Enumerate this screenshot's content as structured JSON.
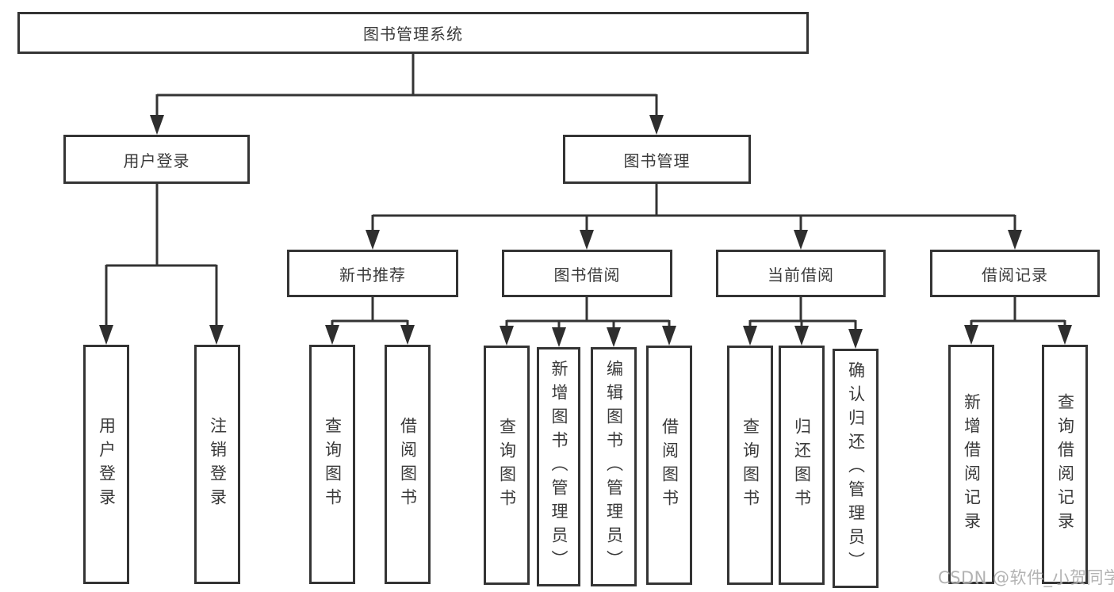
{
  "tree": {
    "label": "图书管理系统",
    "children": [
      {
        "label": "用户登录",
        "children": [
          {
            "label": "用户登录"
          },
          {
            "label": "注销登录"
          }
        ]
      },
      {
        "label": "图书管理",
        "children": [
          {
            "label": "新书推荐",
            "children": [
              {
                "label": "查询图书"
              },
              {
                "label": "借阅图书"
              }
            ]
          },
          {
            "label": "图书借阅",
            "children": [
              {
                "label": "查询图书"
              },
              {
                "label": "新增图书（管理员）"
              },
              {
                "label": "编辑图书（管理员）"
              },
              {
                "label": "借阅图书"
              }
            ]
          },
          {
            "label": "当前借阅",
            "children": [
              {
                "label": "查询图书"
              },
              {
                "label": "归还图书"
              },
              {
                "label": "确认归还（管理员）"
              }
            ]
          },
          {
            "label": "借阅记录",
            "children": [
              {
                "label": "新增借阅记录"
              },
              {
                "label": "查询借阅记录"
              }
            ]
          }
        ]
      }
    ]
  },
  "watermark": "CSDN @软件_小贺同学",
  "colors": {
    "line": "#343434",
    "arrow": "#2e2e2e",
    "text": "#3a3a3a",
    "box_background": "#ffffff",
    "watermark": "#a8a8a8",
    "background": "#ffffff"
  }
}
